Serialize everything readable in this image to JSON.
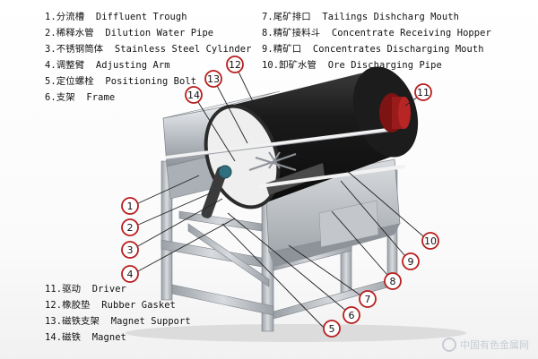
{
  "legend": {
    "top_left": [
      {
        "num": "1.",
        "zh": "分流槽",
        "en": "Diffluent Trough"
      },
      {
        "num": "2.",
        "zh": "稀释水管",
        "en": "Dilution Water Pipe"
      },
      {
        "num": "3.",
        "zh": "不锈钢筒体",
        "en": "Stainless Steel Cylinder"
      },
      {
        "num": "4.",
        "zh": "调整臂",
        "en": "Adjusting Arm"
      },
      {
        "num": "5.",
        "zh": "定位螺栓",
        "en": "Positioning Bolt"
      },
      {
        "num": "6.",
        "zh": "支架",
        "en": "Frame"
      }
    ],
    "top_right": [
      {
        "num": "7.",
        "zh": "尾矿排口",
        "en": "Tailings Dishcharg Mouth"
      },
      {
        "num": "8.",
        "zh": "精矿接料斗",
        "en": "Concentrate Receiving Hopper"
      },
      {
        "num": "9.",
        "zh": "精矿口",
        "en": "Concentrates Discharging Mouth"
      },
      {
        "num": "10.",
        "zh": "卸矿水管",
        "en": "Ore Discharging Pipe"
      }
    ],
    "bottom_left": [
      {
        "num": "11.",
        "zh": "驱动",
        "en": "Driver"
      },
      {
        "num": "12.",
        "zh": "橡胶垫",
        "en": "Rubber Gasket"
      },
      {
        "num": "13.",
        "zh": "磁铁支架",
        "en": "Magnet Support"
      },
      {
        "num": "14.",
        "zh": "磁铁",
        "en": "Magnet"
      }
    ]
  },
  "callouts": [
    "1",
    "2",
    "3",
    "4",
    "5",
    "6",
    "7",
    "8",
    "9",
    "10",
    "11",
    "12",
    "13",
    "14"
  ],
  "watermark": {
    "text": "中国有色金属网"
  },
  "colors": {
    "callout_ring": "#b81e1e",
    "leader": "#222222",
    "frame": "#c9cdd2",
    "drum_dark": "#1b1b1b"
  }
}
